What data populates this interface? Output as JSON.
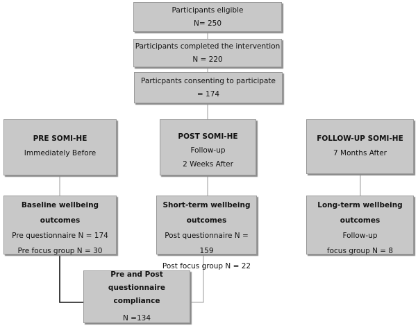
{
  "eligible": {
    "line1": "Participants eligible",
    "line2": "N= 250"
  },
  "completed": {
    "line1": "Participants completed the intervention",
    "line2": "N = 220"
  },
  "consenting": {
    "line1": "Particpants consenting to participate",
    "line2": "= 174"
  },
  "pre": {
    "title": "PRE SOMI-HE",
    "subtitle": "Immediately Before"
  },
  "post": {
    "title": "POST SOMI-HE",
    "line2": "Follow-up",
    "line3": "2 Weeks After"
  },
  "followup": {
    "title": "FOLLOW-UP SOMI-HE",
    "subtitle": "7 Months After"
  },
  "baseline": {
    "title1": "Baseline wellbeing",
    "title2": "outcomes",
    "line1": "Pre questionnaire N = 174",
    "line2": "Pre focus group N = 30"
  },
  "shortterm": {
    "title1": "Short-term wellbeing",
    "title2": "outcomes",
    "line1": "Post questionnaire N = 159",
    "line2": "Post focus group N = 22"
  },
  "longterm": {
    "title1": "Long-term wellbeing",
    "title2": "outcomes",
    "line1": "Follow-up",
    "line2": "focus group N = 8"
  },
  "compliance": {
    "title1": "Pre and Post questionnaire",
    "title2": "compliance",
    "line1": "N =134"
  }
}
